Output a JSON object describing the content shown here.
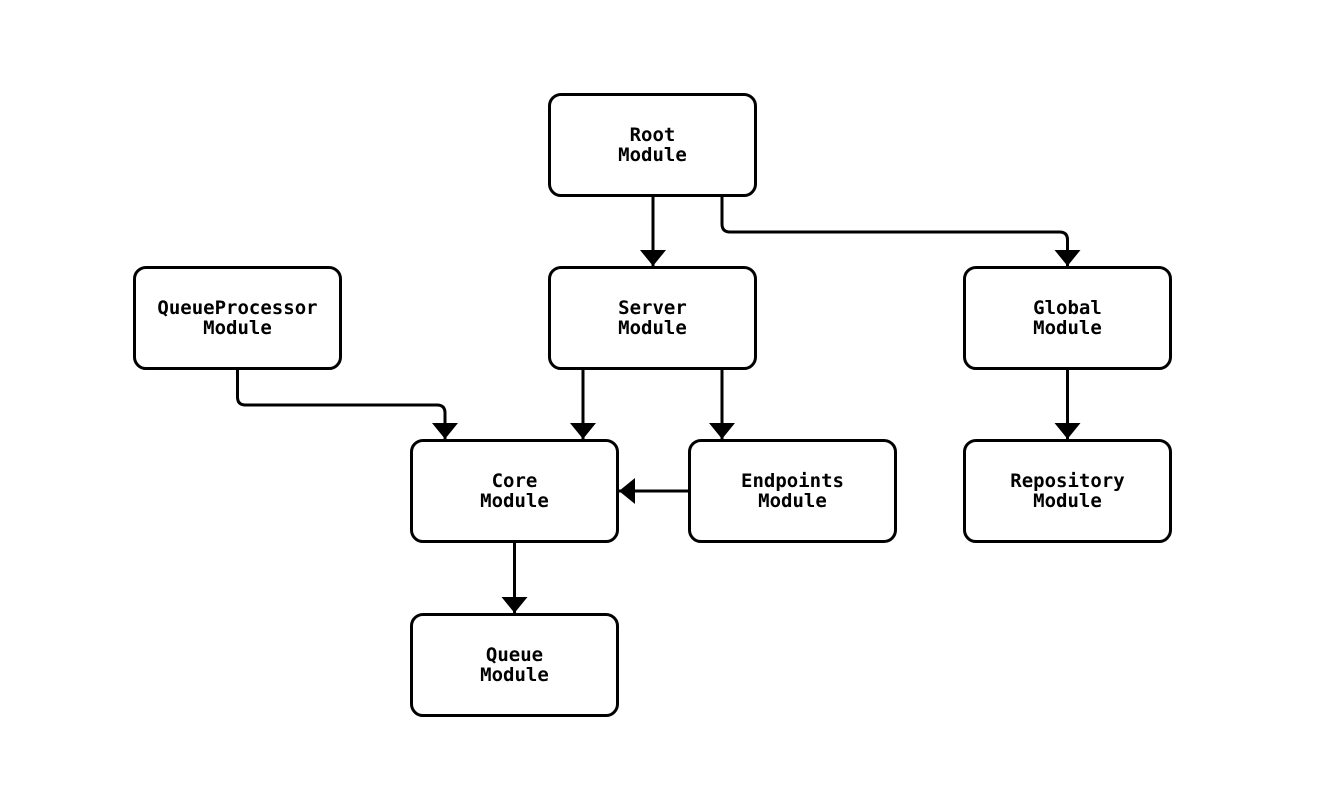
{
  "diagram": {
    "type": "flowchart",
    "direction": "top-down",
    "colors": {
      "background": "#ffffff",
      "node_fill": "#ffffff",
      "node_border": "#000000",
      "edge": "#000000",
      "text": "#000000"
    },
    "nodes": [
      {
        "id": "root",
        "line1": "Root",
        "line2": "Module"
      },
      {
        "id": "queueprocessor",
        "line1": "QueueProcessor",
        "line2": "Module"
      },
      {
        "id": "server",
        "line1": "Server",
        "line2": "Module"
      },
      {
        "id": "global",
        "line1": "Global",
        "line2": "Module"
      },
      {
        "id": "core",
        "line1": "Core",
        "line2": "Module"
      },
      {
        "id": "endpoints",
        "line1": "Endpoints",
        "line2": "Module"
      },
      {
        "id": "repository",
        "line1": "Repository",
        "line2": "Module"
      },
      {
        "id": "queue",
        "line1": "Queue",
        "line2": "Module"
      }
    ],
    "edges": [
      {
        "from": "Root Module",
        "to": "Server Module"
      },
      {
        "from": "Root Module",
        "to": "Global Module"
      },
      {
        "from": "QueueProcessor Module",
        "to": "Core Module"
      },
      {
        "from": "Server Module",
        "to": "Core Module"
      },
      {
        "from": "Server Module",
        "to": "Endpoints Module"
      },
      {
        "from": "Endpoints Module",
        "to": "Core Module"
      },
      {
        "from": "Global Module",
        "to": "Repository Module"
      },
      {
        "from": "Core Module",
        "to": "Queue Module"
      }
    ]
  }
}
